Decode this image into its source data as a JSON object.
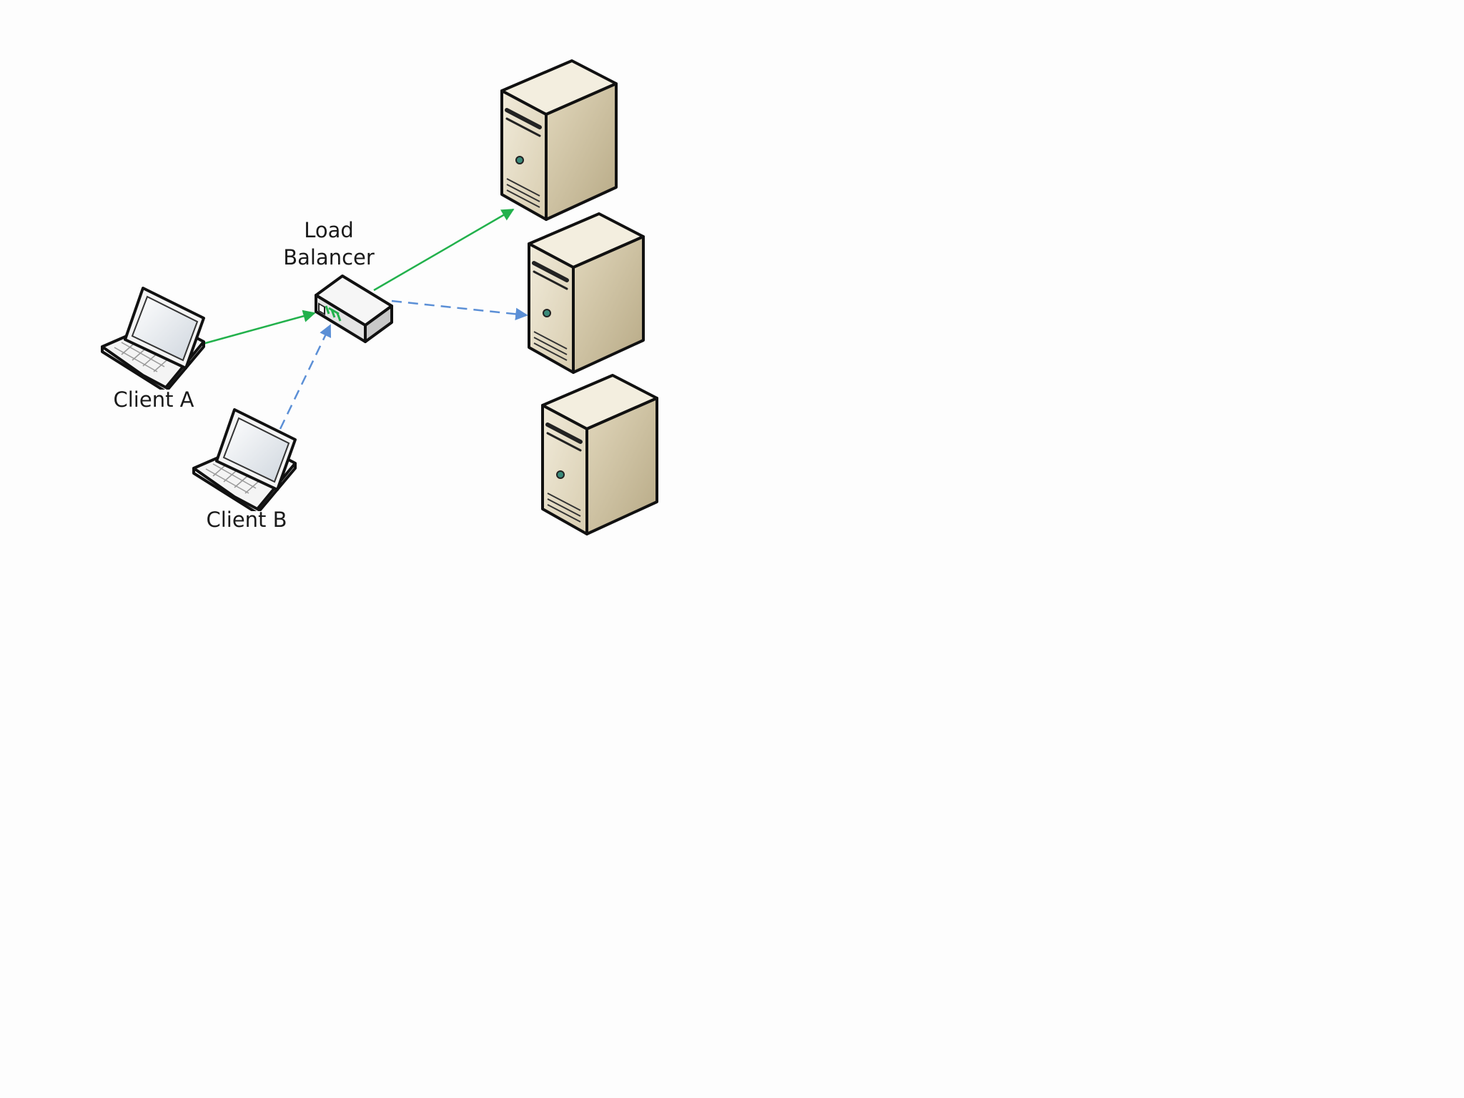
{
  "nodes": {
    "load_balancer": {
      "label_line1": "Load",
      "label_line2": "Balancer"
    },
    "client_a": {
      "label": "Client A"
    },
    "client_b": {
      "label": "Client B"
    },
    "servers": [
      {
        "icon": "server-tower-icon"
      },
      {
        "icon": "server-tower-icon"
      },
      {
        "icon": "server-tower-icon"
      }
    ]
  },
  "connections": [
    {
      "from": "client_a",
      "to": "load_balancer",
      "style": "solid",
      "color": "#22b14c"
    },
    {
      "from": "load_balancer",
      "to": "server_1",
      "style": "solid",
      "color": "#22b14c"
    },
    {
      "from": "client_b",
      "to": "load_balancer",
      "style": "dashed",
      "color": "#5b8fd6"
    },
    {
      "from": "load_balancer",
      "to": "server_2",
      "style": "dashed",
      "color": "#5b8fd6"
    }
  ],
  "colors": {
    "server_face_front": "#e7dfc9",
    "server_face_side": "#c9bd9c",
    "server_face_top": "#f3eedf",
    "outline": "#111111",
    "green_arrow": "#22b14c",
    "blue_arrow": "#5b8fd6",
    "background": "#fdfdfd"
  }
}
